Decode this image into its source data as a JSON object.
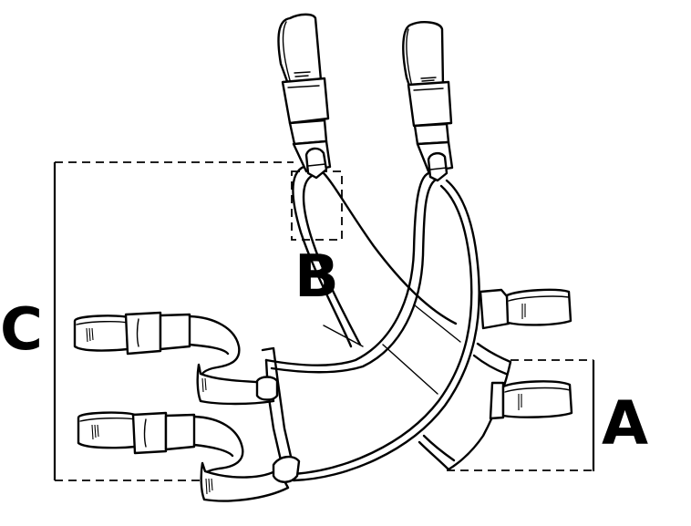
{
  "diagram": {
    "subject": "harness / headgear assembly line drawing",
    "colors": {
      "line": "#000000",
      "background": "#ffffff"
    },
    "labels": {
      "a": "A",
      "b": "B",
      "c": "C"
    },
    "regions": [
      {
        "id": "A",
        "description": "lower-right side strap tabs bracket"
      },
      {
        "id": "B",
        "description": "upper attachment point detail box"
      },
      {
        "id": "C",
        "description": "left lower strap assembly bracket"
      }
    ],
    "components": [
      "left-top-buckle-strap",
      "right-top-buckle-strap",
      "main-cradle-frame",
      "inner-cradle-pad",
      "right-upper-strap-tab",
      "right-lower-strap-tab",
      "left-upper-strap-loop",
      "left-lower-strap-loop"
    ]
  }
}
